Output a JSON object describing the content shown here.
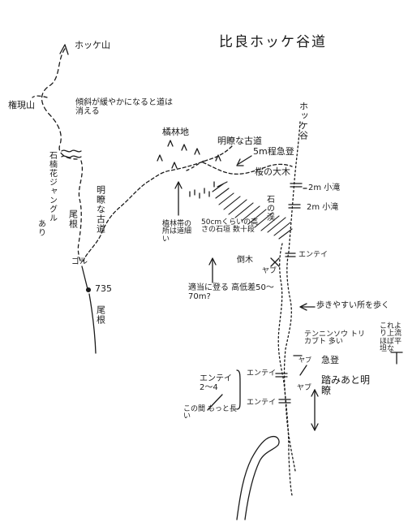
{
  "map": {
    "title": "比良ホッケ谷道",
    "labels": {
      "hokke_yama": "ホッケ山",
      "gongen_yama": "権現山",
      "note_steep_slope": "傾斜が緩やかになると道は消える",
      "shakunage": "石楠花ジャングル",
      "shakunage_ari": "あり",
      "ridge_left": "尾根",
      "old_road_vertical": "明瞭な古道",
      "goal": "ゴル",
      "point_735": "735",
      "ridge_bottom": "尾根",
      "broadleaf_area": "橘林地",
      "old_road_top": "明瞭な古道",
      "steep_5m": "5m程急登",
      "hokke_dani": "ホッケ谷",
      "cherry_tree": "桜の大木",
      "small_falls_1": "2m 小滝",
      "small_falls_2": "2m 小滝",
      "stone_dam": "石の渓",
      "forest_note": "植林帯の所は道細い",
      "stone_steps": "50cmくらいの高さの石垣 数十段",
      "fallen_tree": "倒木",
      "yabu_1": "ヤブ",
      "entei_1": "エンテイ",
      "climb_note": "適当に登る 高低差50〜70m?",
      "walk_easy": "歩きやすい所を歩く",
      "plants_note": "テンニンソウ トリカブト 多い",
      "upstream_note": "これより上流 ほぼ平坦な",
      "yabu_2": "ヤブ",
      "steep_climb": "急登",
      "entei_2": "エンテイ",
      "entei_count": "エンテイ 2〜4",
      "entei_3": "エンテイ",
      "yabu_3": "ヤブ",
      "trace_clear": "踏みあと明瞭",
      "longer_note": "この間 もっと長い"
    }
  }
}
